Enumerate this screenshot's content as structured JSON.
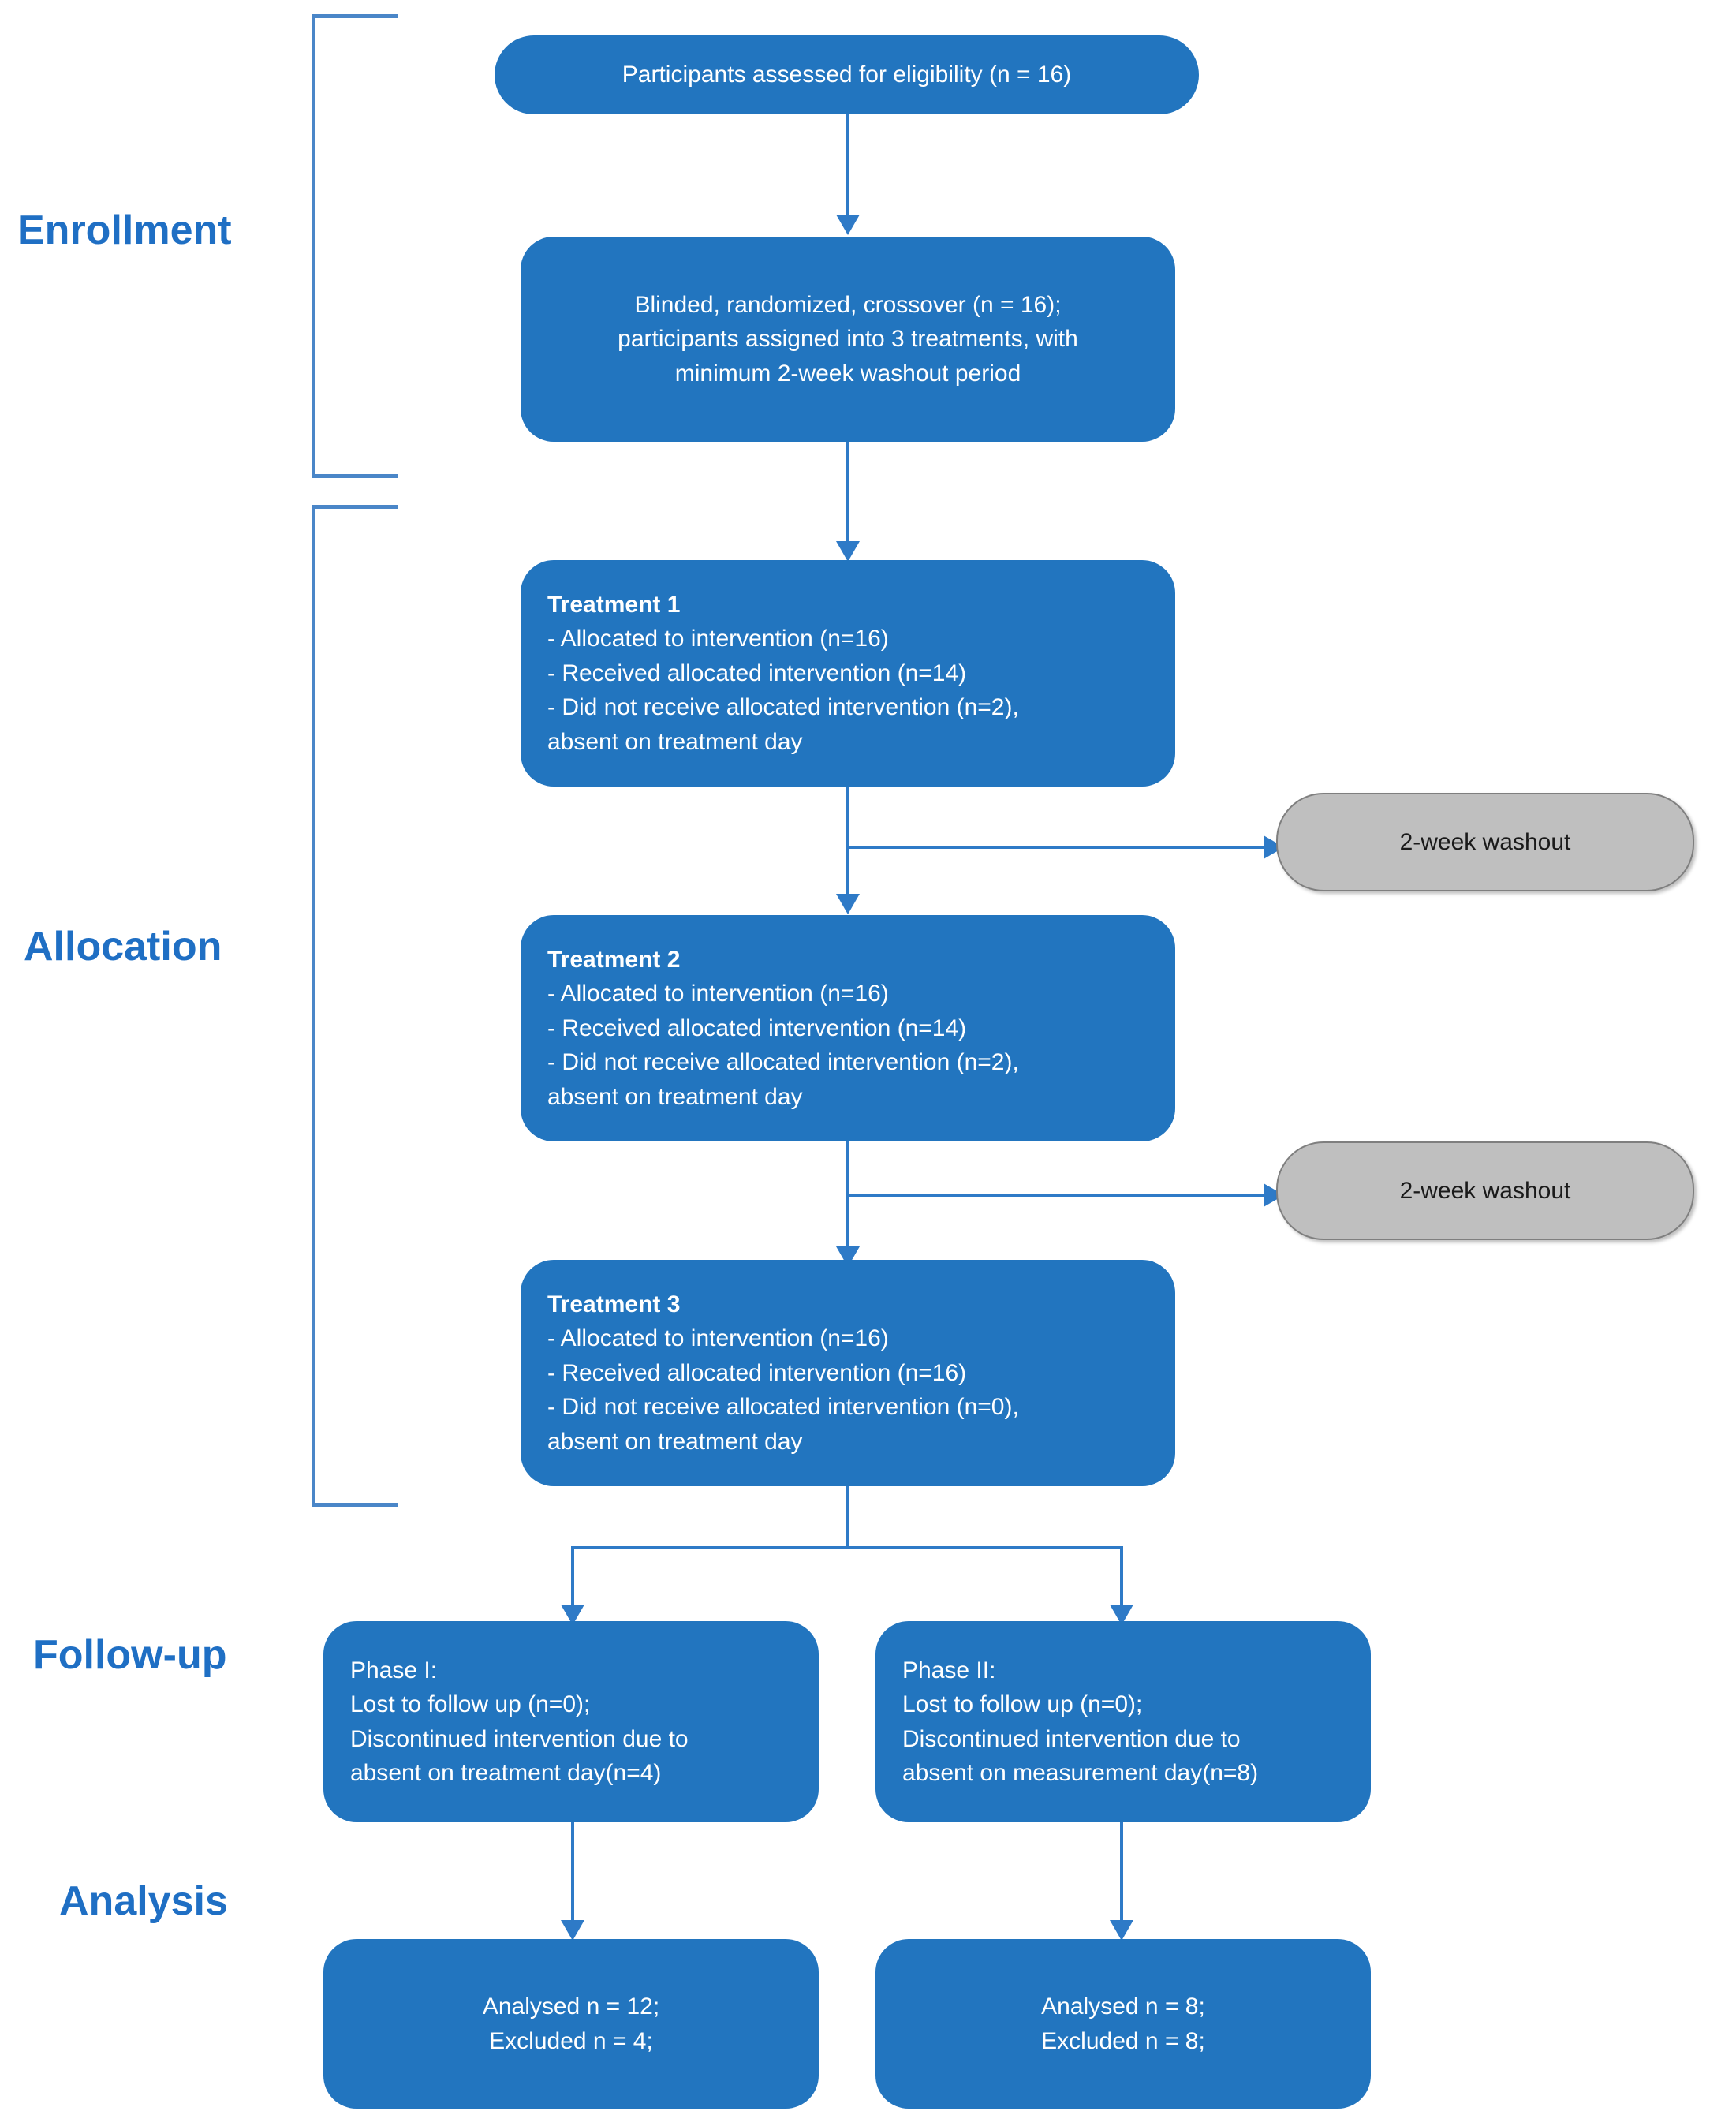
{
  "diagram": {
    "type": "consort-flow-diagram",
    "colors": {
      "box_fill": "#2275BF",
      "box_text": "#FFFFFF",
      "washout_fill": "#BFBFBF",
      "washout_border": "#7F7F7F",
      "connector": "#2E7AC7",
      "stage_label": "#1F6FC4",
      "background": "#FFFFFF"
    },
    "stages": [
      {
        "id": "enrollment",
        "label": "Enrollment"
      },
      {
        "id": "allocation",
        "label": "Allocation"
      },
      {
        "id": "followup",
        "label": "Follow-up"
      },
      {
        "id": "analysis",
        "label": "Analysis"
      }
    ],
    "nodes": {
      "eligibility": {
        "stage": "enrollment",
        "lines": [
          "Participants assessed for eligibility (n = 16)"
        ]
      },
      "randomization": {
        "stage": "enrollment",
        "lines": [
          "Blinded, randomized, crossover (n = 16);",
          "participants assigned into 3 treatments, with",
          "minimum 2-week washout period"
        ]
      },
      "treatment1": {
        "stage": "allocation",
        "title": "Treatment 1",
        "lines": [
          " - Allocated to intervention (n=16)",
          " - Received allocated intervention (n=14)",
          " - Did not receive allocated intervention (n=2),",
          "absent on treatment day"
        ]
      },
      "washout1": {
        "stage": "allocation",
        "label": "2-week washout"
      },
      "treatment2": {
        "stage": "allocation",
        "title": "Treatment 2",
        "lines": [
          " - Allocated to intervention (n=16)",
          " - Received allocated intervention (n=14)",
          " - Did not receive allocated intervention (n=2),",
          "absent on treatment day"
        ]
      },
      "washout2": {
        "stage": "allocation",
        "label": "2-week washout"
      },
      "treatment3": {
        "stage": "allocation",
        "title": "Treatment 3",
        "lines": [
          " - Allocated to intervention (n=16)",
          " - Received allocated intervention (n=16)",
          " - Did not receive allocated intervention (n=0),",
          "absent on treatment day"
        ]
      },
      "phase1": {
        "stage": "followup",
        "lines": [
          "Phase I:",
          "Lost to follow up (n=0);",
          "Discontinued intervention due to",
          "absent on treatment day(n=4)"
        ]
      },
      "phase2": {
        "stage": "followup",
        "lines": [
          "Phase II:",
          "Lost to follow up (n=0);",
          "Discontinued intervention due to",
          "absent on measurement day(n=8)"
        ]
      },
      "analysis1": {
        "stage": "analysis",
        "lines": [
          "Analysed n = 12;",
          "Excluded n = 4;"
        ]
      },
      "analysis2": {
        "stage": "analysis",
        "lines": [
          "Analysed n = 8;",
          "Excluded n = 8;"
        ]
      }
    }
  }
}
